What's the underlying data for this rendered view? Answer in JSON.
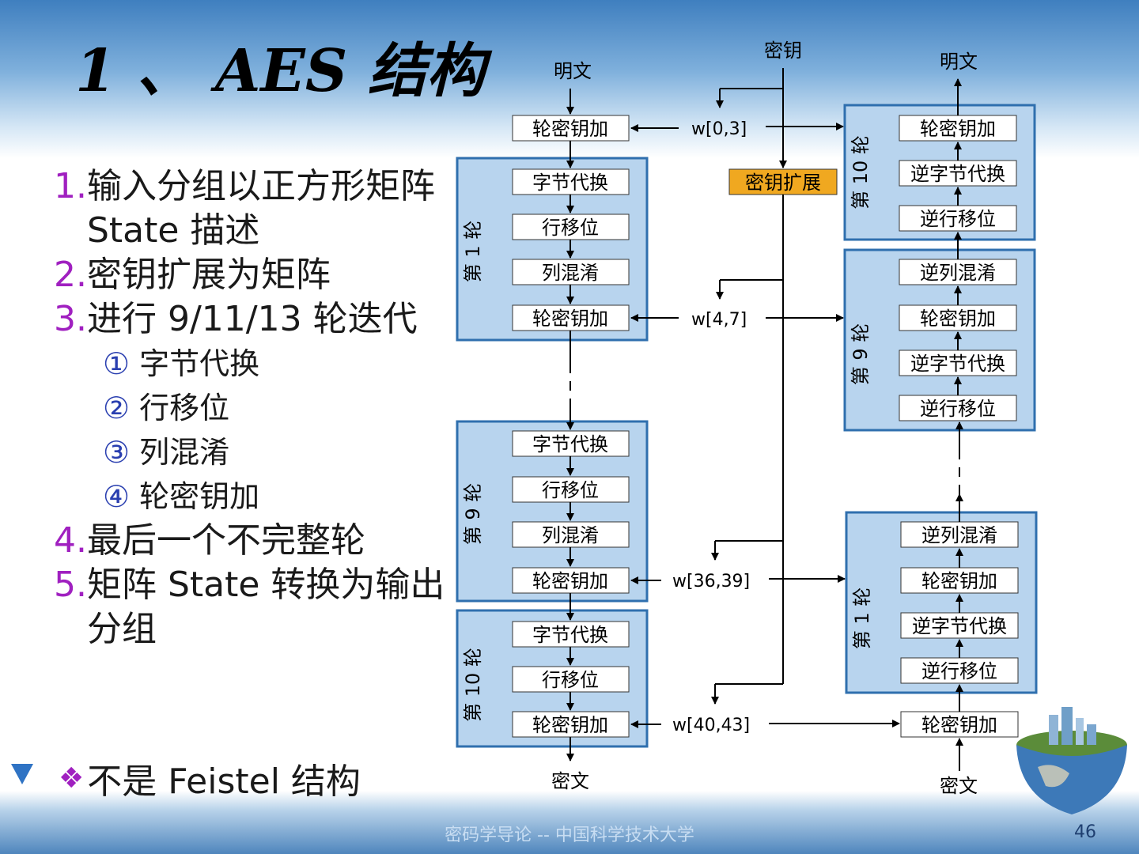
{
  "title": "1 、 AES 结构",
  "bullets": [
    {
      "num": "1.",
      "text": "输入分组以正方形矩阵 State 描述"
    },
    {
      "num": "2.",
      "text": "密钥扩展为矩阵"
    },
    {
      "num": "3.",
      "text": "进行 9/11/13 轮迭代"
    }
  ],
  "sub_items": [
    {
      "circ": "①",
      "text": "字节代换"
    },
    {
      "circ": "②",
      "text": "行移位"
    },
    {
      "circ": "③",
      "text": "列混淆"
    },
    {
      "circ": "④",
      "text": "轮密钥加"
    }
  ],
  "bullets2": [
    {
      "num": "4.",
      "text": "最后一个不完整轮"
    },
    {
      "num": "5.",
      "text": "矩阵 State 转换为输出分组"
    }
  ],
  "last_bullet": "不是 Feistel 结构",
  "diagram": {
    "plaintext": "明文",
    "ciphertext": "密文",
    "key": "密钥",
    "key_expansion": "密钥扩展",
    "add_round_key": "轮密钥加",
    "sub_bytes": "字节代换",
    "shift_rows": "行移位",
    "mix_columns": "列混淆",
    "inv_mix_columns": "逆列混淆",
    "inv_sub_bytes": "逆字节代换",
    "inv_shift_rows": "逆行移位",
    "round_1": "第 1 轮",
    "round_9": "第 9 轮",
    "round_10": "第 10 轮",
    "w_0_3": "w[0,3]",
    "w_4_7": "w[4,7]",
    "w_36_39": "w[36,39]",
    "w_40_43": "w[40,43]"
  },
  "footer": "密码学导论 -- 中国科学技术大学",
  "page_number": "46",
  "colors": {
    "round_fill": "#b8d4ee",
    "round_border": "#2f6fae",
    "key_exp": "#f0a820",
    "accent": "#a020c0"
  }
}
